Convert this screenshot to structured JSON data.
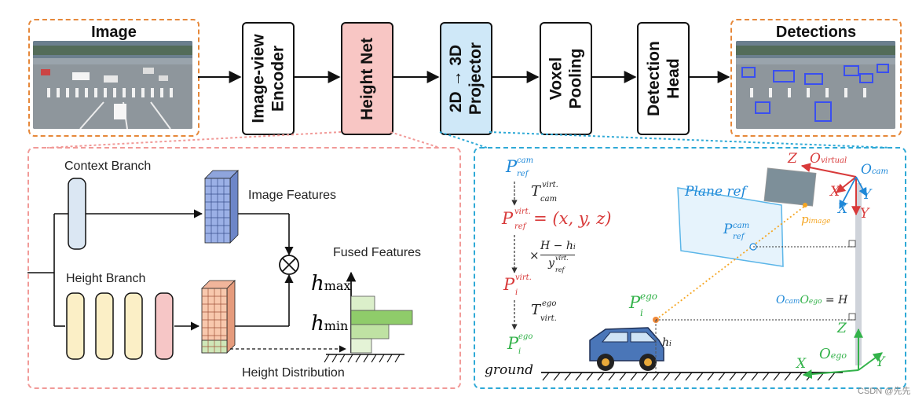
{
  "pipeline": {
    "image_title": "Image",
    "detections_title": "Detections",
    "stages": [
      {
        "id": "encoder",
        "line1": "Image-view",
        "line2": "Encoder"
      },
      {
        "id": "heightnet",
        "line1": "Height Net",
        "line2": ""
      },
      {
        "id": "projector",
        "line1": "2D → 3D",
        "line2": "Projector"
      },
      {
        "id": "voxel",
        "line1": "Voxel",
        "line2": "Pooling"
      },
      {
        "id": "head",
        "line1": "Detection",
        "line2": "Head"
      }
    ]
  },
  "height_net": {
    "context_branch": "Context Branch",
    "height_branch": "Height Branch",
    "image_features": "Image Features",
    "fused_features": "Fused Features",
    "height_distribution": "Height Distribution",
    "h_max_base": "h",
    "h_max_sub": "max",
    "h_min_base": "h",
    "h_min_sub": "min",
    "colors": {
      "context_block": "#dbe7f3",
      "height_block": "#fbefc6",
      "height_last": "#f6c6c6",
      "histogram": "#8fcc6a"
    }
  },
  "projector": {
    "p_ref_cam": "P",
    "p_ref_cam_sup": "cam",
    "p_ref_cam_sub": "ref",
    "t_cam_virt": "T",
    "t_cam_virt_sup": "virt.",
    "t_cam_virt_sub": "cam",
    "p_ref_virt_eq": "P",
    "p_ref_virt_rhs": "= (x, y, z)",
    "p_ref_virt_sup": "virt.",
    "p_ref_virt_sub": "ref",
    "scale_factor_num": "H − h",
    "scale_factor_num_sub": "i",
    "scale_factor_den": "y",
    "scale_factor_den_sup": "virt.",
    "scale_factor_den_sub": "ref",
    "times": "×",
    "p_i_virt": "P",
    "p_i_virt_sup": "virt.",
    "p_i_virt_sub": "i",
    "t_virt_ego": "T",
    "t_virt_ego_sup": "ego",
    "t_virt_ego_sub": "virt.",
    "p_i_ego": "P",
    "p_i_ego_sup": "ego",
    "p_i_ego_sub": "i",
    "plane_ref": "Plane ref",
    "p_image": "p",
    "p_image_sub": "image",
    "o_virtual": "O",
    "o_virtual_sub": "virtual",
    "o_cam": "O",
    "o_cam_sub": "cam",
    "o_ego": "O",
    "o_ego_sub": "ego",
    "height_eq": "O",
    "height_eq_sub1": "cam",
    "height_eq_mid": "O",
    "height_eq_sub2": "ego",
    "height_eq_rhs": "= H",
    "h_i": "h",
    "h_i_sub": "i",
    "ground": "ground",
    "axis_x": "X",
    "axis_y": "Y",
    "axis_z": "Z",
    "colors": {
      "cam": "#1e88d8",
      "virt": "#d83a3a",
      "ego": "#33b24a"
    }
  },
  "watermark": "CSDN @先先"
}
